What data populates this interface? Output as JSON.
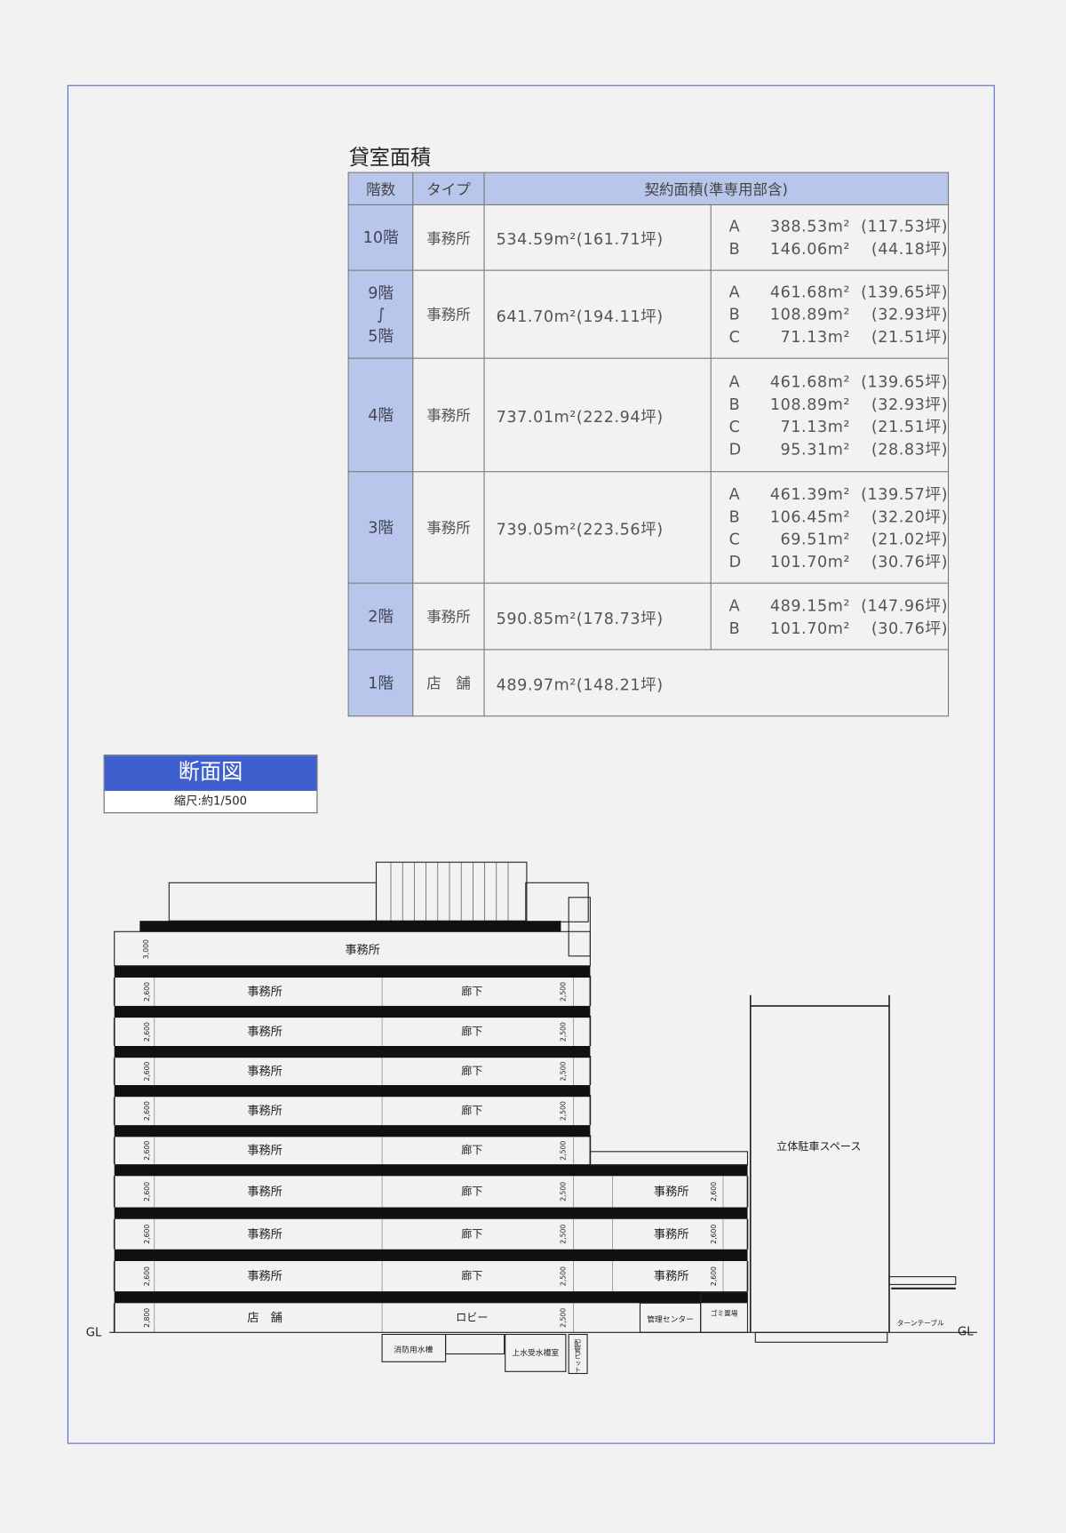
{
  "table": {
    "title": "貸室面積",
    "headers": [
      "階数",
      "タイプ",
      "契約面積(準専用部含)"
    ],
    "rows": [
      {
        "floor": "10階",
        "type": "事務所",
        "area": "534.59m²(161.71坪)",
        "units": [
          [
            "A",
            "388.53m²",
            "(117.53坪)"
          ],
          [
            "B",
            "146.06m²",
            "(44.18坪)"
          ]
        ]
      },
      {
        "floor": "9階\n∫\n5階",
        "type": "事務所",
        "area": "641.70m²(194.11坪)",
        "units": [
          [
            "A",
            "461.68m²",
            "(139.65坪)"
          ],
          [
            "B",
            "108.89m²",
            "(32.93坪)"
          ],
          [
            "C",
            "71.13m²",
            "(21.51坪)"
          ]
        ]
      },
      {
        "floor": "4階",
        "type": "事務所",
        "area": "737.01m²(222.94坪)",
        "units": [
          [
            "A",
            "461.68m²",
            "(139.65坪)"
          ],
          [
            "B",
            "108.89m²",
            "(32.93坪)"
          ],
          [
            "C",
            "71.13m²",
            "(21.51坪)"
          ],
          [
            "D",
            "95.31m²",
            "(28.83坪)"
          ]
        ]
      },
      {
        "floor": "3階",
        "type": "事務所",
        "area": "739.05m²(223.56坪)",
        "units": [
          [
            "A",
            "461.39m²",
            "(139.57坪)"
          ],
          [
            "B",
            "106.45m²",
            "(32.20坪)"
          ],
          [
            "C",
            "69.51m²",
            "(21.02坪)"
          ],
          [
            "D",
            "101.70m²",
            "(30.76坪)"
          ]
        ]
      },
      {
        "floor": "2階",
        "type": "事務所",
        "area": "590.85m²(178.73坪)",
        "units": [
          [
            "A",
            "489.15m²",
            "(147.96坪)"
          ],
          [
            "B",
            "101.70m²",
            "(30.76坪)"
          ]
        ]
      },
      {
        "floor": "1階",
        "type": "店　舗",
        "area": "489.97m²(148.21坪)",
        "units": []
      }
    ]
  },
  "section": {
    "title": "断面図",
    "scale": "縮尺:約1/500",
    "top_floor": {
      "label": "事務所",
      "dim": "3,000"
    },
    "floors": [
      {
        "left": "事務所",
        "mid": "廊下",
        "ldim": "2,600",
        "rdim": "2,500"
      },
      {
        "left": "事務所",
        "mid": "廊下",
        "ldim": "2,600",
        "rdim": "2,500"
      },
      {
        "left": "事務所",
        "mid": "廊下",
        "ldim": "2,600",
        "rdim": "2,500"
      },
      {
        "left": "事務所",
        "mid": "廊下",
        "ldim": "2,600",
        "rdim": "2,500"
      },
      {
        "left": "事務所",
        "mid": "廊下",
        "ldim": "2,600",
        "rdim": "2,500"
      },
      {
        "left": "事務所",
        "mid": "廊下",
        "ldim": "2,600",
        "rdim": "2,500",
        "annex": "事務所",
        "adim": "2,600"
      },
      {
        "left": "事務所",
        "mid": "廊下",
        "ldim": "2,600",
        "rdim": "2,500",
        "annex": "事務所",
        "adim": "2,600"
      },
      {
        "left": "事務所",
        "mid": "廊下",
        "ldim": "2,600",
        "rdim": "2,500",
        "annex": "事務所",
        "adim": "2,600"
      },
      {
        "left": "店　舗",
        "mid": "ロビー",
        "ldim": "2,800",
        "rdim": "2,500"
      }
    ],
    "ground_rooms": [
      "管理センター",
      "ゴミ置場"
    ],
    "basement": [
      "消防用水槽",
      "上水受水槽室",
      "配管ピット"
    ],
    "parking": "立体駐車スペース",
    "turntable": "ターンテーブル",
    "gl": "GL"
  }
}
